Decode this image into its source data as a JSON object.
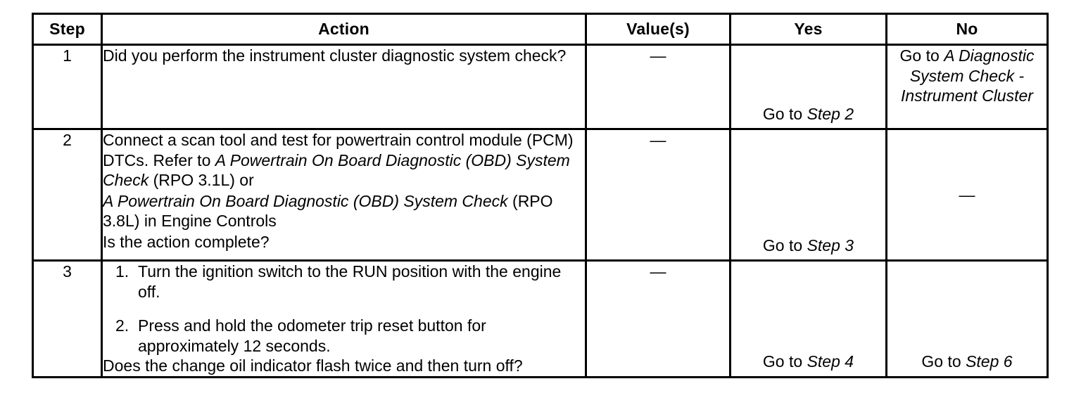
{
  "document": {
    "type": "diagnostic-procedure-table",
    "background_color": "#ffffff",
    "text_color": "#000000"
  },
  "table": {
    "headers": {
      "step": "Step",
      "action": "Action",
      "value": "Value(s)",
      "yes": "Yes",
      "no": "No"
    },
    "rows": [
      {
        "step": "1",
        "action": {
          "paragraphs": [
            {
              "text": "Did you perform the instrument cluster diagnostic system check?"
            }
          ]
        },
        "value": "—",
        "yes": {
          "prefix": "Go to ",
          "emphasis": "Step 2",
          "suffix": ""
        },
        "no": {
          "prefix": "Go to ",
          "emphasis": "A Diagnostic System Check - Instrument Cluster",
          "suffix": ""
        }
      },
      {
        "step": "2",
        "action": {
          "paragraphs": [
            {
              "segments": [
                {
                  "text": "Connect a scan tool and test for powertrain control module (PCM) DTCs. Refer to ",
                  "italic": false
                },
                {
                  "text": "A Powertrain On Board Diagnostic (OBD) System Check",
                  "italic": true
                },
                {
                  "text": " (RPO 3.1L) or",
                  "italic": false
                }
              ]
            },
            {
              "segments": [
                {
                  "text": "A Powertrain On Board Diagnostic (OBD) System Check",
                  "italic": true
                },
                {
                  "text": " (RPO 3.8L) in Engine Controls",
                  "italic": false
                }
              ]
            },
            {
              "text": "Is the action complete?"
            }
          ]
        },
        "value": "—",
        "yes": {
          "prefix": "Go to ",
          "emphasis": "Step 3",
          "suffix": ""
        },
        "no": {
          "plain": "—"
        }
      },
      {
        "step": "3",
        "action": {
          "list": [
            {
              "marker": "1.",
              "text": "Turn the ignition switch to the RUN position with the engine off."
            },
            {
              "marker": "2.",
              "text": "Press and hold the odometer trip reset button for approximately 12 seconds."
            }
          ],
          "closing": "Does the change oil indicator flash twice and then turn off?"
        },
        "value": "—",
        "yes": {
          "prefix": "Go to ",
          "emphasis": "Step 4",
          "suffix": ""
        },
        "no": {
          "prefix": "Go to ",
          "emphasis": "Step 6",
          "suffix": ""
        }
      }
    ]
  }
}
